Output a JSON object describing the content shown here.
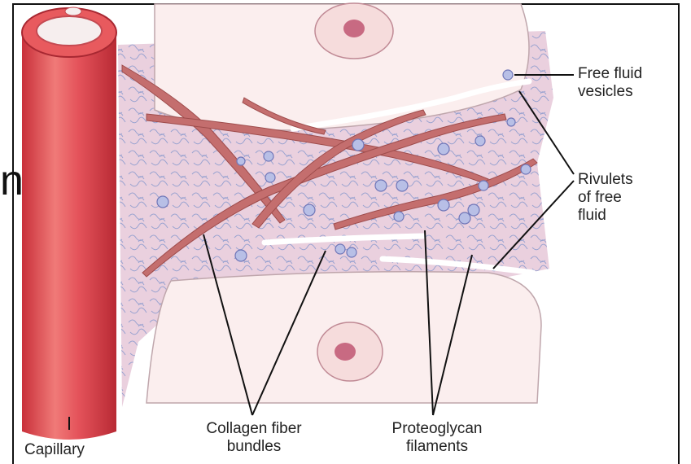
{
  "labels": {
    "free_fluid_vesicles": [
      "Free fluid",
      "vesicles"
    ],
    "rivulets": [
      "Rivulets",
      "of free",
      "fluid"
    ],
    "capillary": "Capillary",
    "collagen": [
      "Collagen fiber",
      "bundles"
    ],
    "proteoglycan": [
      "Proteoglycan",
      "filaments"
    ],
    "cut_glyph": "n"
  },
  "colors": {
    "interstitium": "#e8c8d8",
    "filament": "#9aa3d0",
    "fiber": "#c06a6a",
    "cell": "#fbeeee",
    "nucleus": "#d98a9a",
    "capillary": "#e0454a",
    "fluid": "#ffffff",
    "leader": "#111111"
  }
}
